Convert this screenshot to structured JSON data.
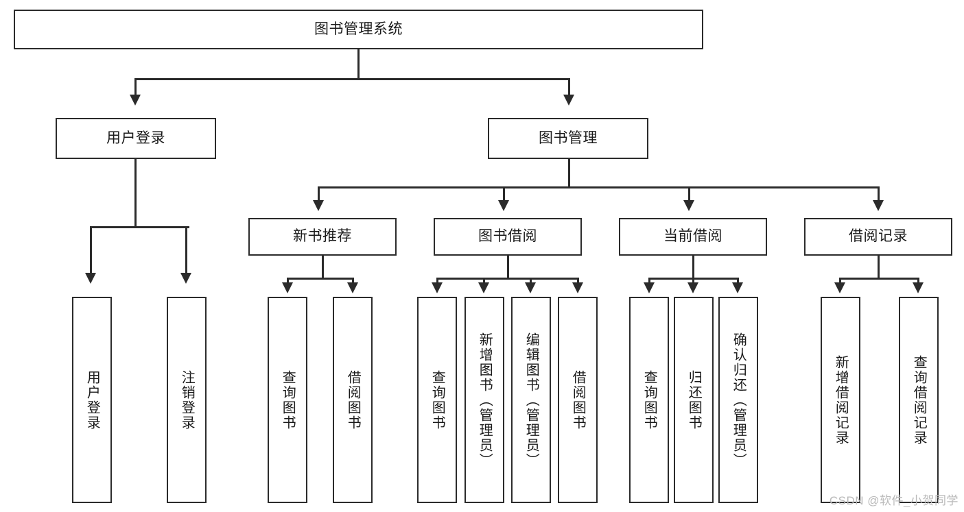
{
  "diagram": {
    "title": "图书管理系统",
    "watermark": "CSDN @软件_小贺同学",
    "colors": {
      "stroke": "#2b2b2b",
      "fill": "#ffffff",
      "text": "#1a1a1a",
      "watermark": "#b9b9b9"
    },
    "levels": {
      "root": {
        "label": "图书管理系统"
      },
      "level2": [
        {
          "label": "用户登录"
        },
        {
          "label": "图书管理"
        }
      ],
      "level3": [
        {
          "label": "新书推荐"
        },
        {
          "label": "图书借阅"
        },
        {
          "label": "当前借阅"
        },
        {
          "label": "借阅记录"
        }
      ],
      "leaves": {
        "user_login": [
          {
            "label": "用户登录"
          },
          {
            "label": "注销登录"
          }
        ],
        "new_book_recommend": [
          {
            "label": "查询图书"
          },
          {
            "label": "借阅图书"
          }
        ],
        "book_borrow": [
          {
            "label": "查询图书"
          },
          {
            "label": "新增图书（管理员）"
          },
          {
            "label": "编辑图书（管理员）"
          },
          {
            "label": "借阅图书"
          }
        ],
        "current_borrow": [
          {
            "label": "查询图书"
          },
          {
            "label": "归还图书"
          },
          {
            "label": "确认归还（管理员）"
          }
        ],
        "borrow_records": [
          {
            "label": "新增借阅记录"
          },
          {
            "label": "查询借阅记录"
          }
        ]
      }
    }
  }
}
